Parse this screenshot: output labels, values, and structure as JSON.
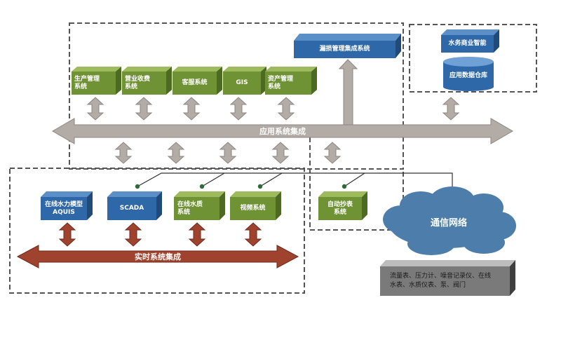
{
  "diagram": {
    "top_bar_label": "应用系统集成",
    "bottom_bar_label": "实时系统集成",
    "app_boxes": [
      {
        "label": "生产管理\n系统"
      },
      {
        "label": "营业收费\n系统"
      },
      {
        "label": "客服系统"
      },
      {
        "label": "GIS"
      },
      {
        "label": "资产管理\n系统"
      }
    ],
    "leak_mgmt_label": "漏损管理集成系统",
    "bi_label": "水务商业智能",
    "data_warehouse_label": "应用数据仓库",
    "realtime_boxes": [
      {
        "label": "在线水力模型\nAQUIS"
      },
      {
        "label": "SCADA"
      },
      {
        "label": "在线水质\n系统"
      },
      {
        "label": "视频系统"
      }
    ],
    "meter_reading_label": "自动抄表\n系统",
    "network_label": "通信网络",
    "devices_label": "流量表、压力计、噪音记录仪、在线\n水表、水质仪表、泵、阀门"
  }
}
